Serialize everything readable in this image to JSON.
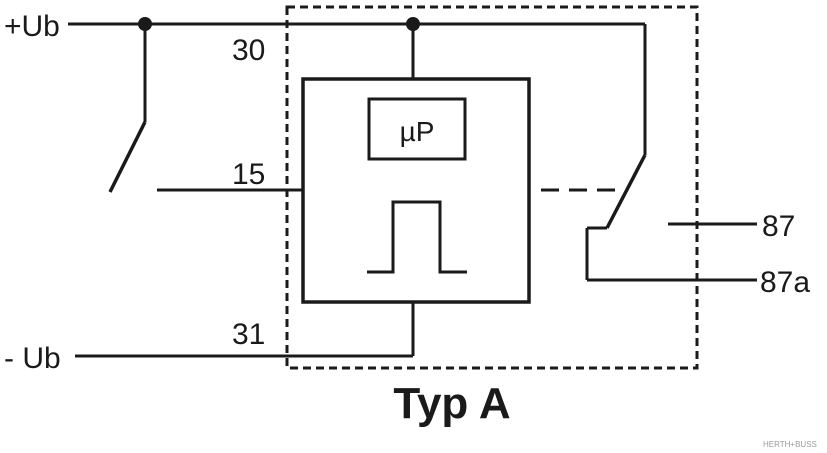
{
  "terminals": {
    "plus_ub": "+Ub",
    "minus_ub": "- Ub",
    "t30": "30",
    "t15": "15",
    "t31": "31",
    "t87": "87",
    "t87a": "87a"
  },
  "module": {
    "processor_label": "µP",
    "type_label": "Typ A"
  },
  "watermark": "HERTH+BUSS",
  "colors": {
    "line": "#1a1a1a",
    "background": "#ffffff",
    "watermark": "#9a9a9a"
  }
}
